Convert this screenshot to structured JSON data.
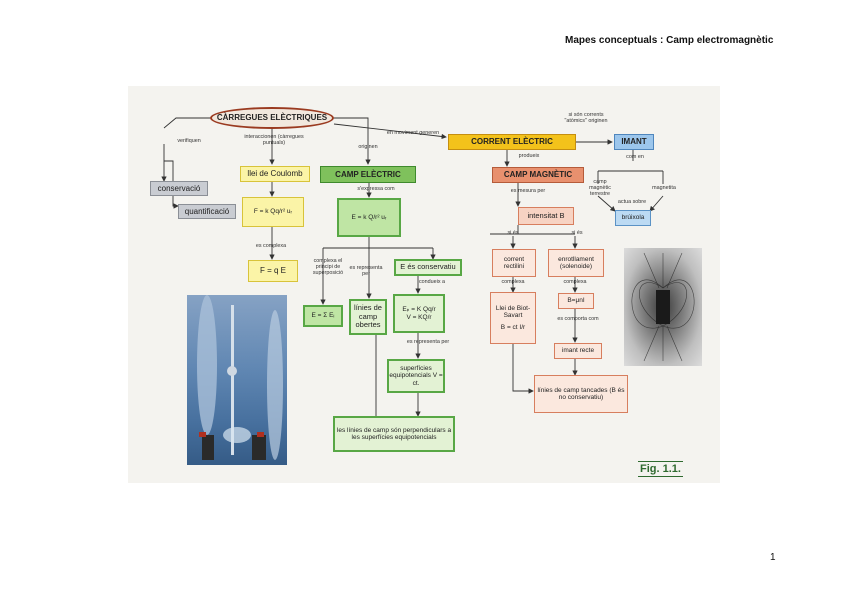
{
  "header": {
    "title": "Mapes conceptuals : Camp electromagnètic"
  },
  "page_number": "1",
  "map": {
    "nodes": {
      "carregues": "CÀRREGUES ELÈCTRIQUES",
      "conservacio": "conservació",
      "quantificacio": "quantificació",
      "coulomb": "llei de Coulomb",
      "coulomb_formula": "F = k Qq/r² uᵣ",
      "force_field": "F = q E",
      "camp_electric": "CAMP ELÈCTRIC",
      "camp_electric_formula": "E = k Q/r² uᵣ",
      "superposicio": "E = Σ Eᵢ",
      "linies_obertes": "línies de camp obertes",
      "conservatiu": "E és conservatiu",
      "potencial": [
        "Eₚ = K Qq/r",
        "V = KQ/r"
      ],
      "equipotencials": "superfícies equipotencials V = ct.",
      "perpendiculars": "les línies de camp són perpendiculars a les superfícies equipotencials",
      "corrent": "CORRENT ELÈCTRIC",
      "iman": "IMANT",
      "camp_magnetic": "CAMP MAGNÈTIC",
      "intensitat": "intensitat B",
      "rectilini": "corrent rectilini",
      "enrotllament": "enrotllament (solenoide)",
      "biot_savart": [
        "Llei de Biot-Savart",
        "B = ct I/r"
      ],
      "b_formula": "B=μnI",
      "iman_recte": "imant recte",
      "tancades": "línies de camp tancades (B és no conservatiu)",
      "bruixola": "brúixola"
    },
    "labels": {
      "verifiquen": "verifiquen",
      "interaccionen": "interaccionen (càrregues puntuals)",
      "origina": "originen",
      "en_moviment": "en moviment generen",
      "si_son_corrents": "si són corrents \"atòmics\" originen",
      "expressa": "s'expressa com",
      "es_complexa": "es complexa",
      "complexa_principi": "complexa el principi de superposició",
      "es_representa": "es representa per",
      "condueix": "condueix a",
      "es_representa_per": "es representa per",
      "produeix": "produeix",
      "com_en": "com en",
      "camp_terrestre": "camp magnètic terrestre",
      "magnetita": "magnetita",
      "actua_sobre": "actua sobre",
      "es_mesura": "es mesura per",
      "si_es_1": "si és",
      "si_es_2": "si és",
      "complexa_1": "complexa",
      "complexa_2": "complexa",
      "es_comporta": "es comporta com"
    },
    "figure_label": "Fig. 1.1.",
    "colors": {
      "electric_green": "#7fc15c",
      "coulomb_yellow": "#fbf4a7",
      "corrent_yellow": "#f3c21b",
      "magnetic_orange": "#e8906e",
      "iman_blue": "#9cc6ec",
      "grey": "#c9ccd2",
      "ellipse_border": "#9a3a20"
    }
  }
}
